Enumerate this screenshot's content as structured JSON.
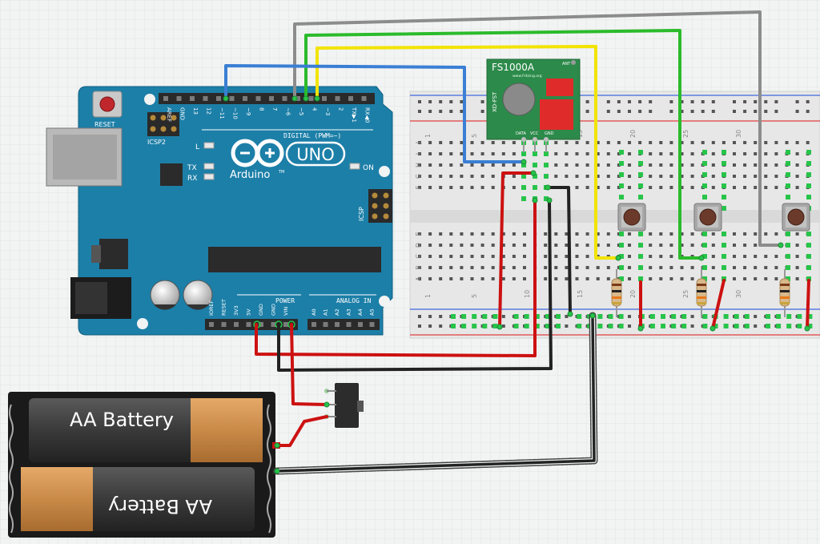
{
  "arduino": {
    "reset_label": "RESET",
    "icsp2_label": "ICSP2",
    "icsp_label": "ICSP",
    "brand": "Arduino",
    "trademark": "TM",
    "model": "UNO",
    "digital_label": "DIGITAL (PWM=~)",
    "power_label": "POWER",
    "analog_label": "ANALOG IN",
    "led_l": "L",
    "led_tx": "TX",
    "led_rx": "RX",
    "led_on": "ON",
    "digital_pins": [
      "AREF",
      "GND",
      "13",
      "12",
      "~11",
      "~10",
      "~9",
      "8",
      "7",
      "~6",
      "~5",
      "4",
      "~3",
      "2",
      "TX▶1",
      "RX◀0"
    ],
    "power_pins": [
      "IOREF",
      "RESET",
      "3V3",
      "5V",
      "GND",
      "GND",
      "VIN"
    ],
    "analog_pins": [
      "A0",
      "A1",
      "A2",
      "A3",
      "A4",
      "A5"
    ]
  },
  "transmitter": {
    "model": "FS1000A",
    "side_text": "XD-FST",
    "url": "www.fritzing.org",
    "ant_label": "ANT",
    "pins": [
      "DATA",
      "VCC",
      "GND"
    ]
  },
  "breadboard": {
    "row_letters_top": [
      "J",
      "I",
      "H",
      "G",
      "F"
    ],
    "row_letters_bottom": [
      "E",
      "D",
      "C",
      "B",
      "A"
    ],
    "column_numbers_top": [
      "1",
      "5",
      "10",
      "15",
      "20",
      "25",
      "30"
    ],
    "column_numbers_bottom": [
      "1",
      "5",
      "10",
      "15",
      "20",
      "25",
      "30"
    ]
  },
  "battery": {
    "cell_top_label": "AA Battery",
    "cell_bottom_label": "AA Battery"
  },
  "colors": {
    "board_blue": "#1c7fa8",
    "wire_red": "#cc1111",
    "wire_black": "#222222",
    "wire_blue": "#3a7fd4",
    "wire_yellow": "#f2e400",
    "wire_green": "#2bbb2b",
    "wire_gray": "#8c8c8c",
    "transmitter_green": "#2c8a4a",
    "breadboard": "#e6e6e6"
  }
}
